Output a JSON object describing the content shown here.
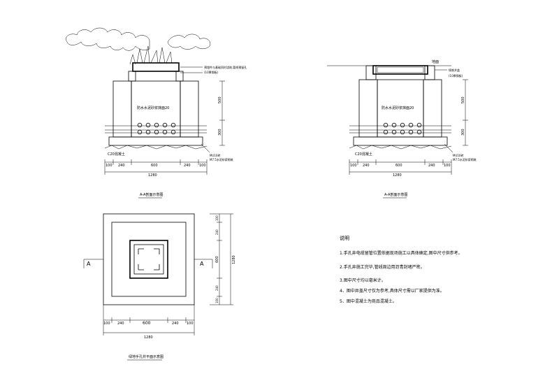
{
  "section_left": {
    "title": "A-A剖面示意图",
    "annotation_top": "预埋件与基础同时浇筑,管线预留孔",
    "annotation_top2": "(10厚钢板)",
    "inner_label": "防水水泥砂浆抹面20",
    "c20_label": "C20混凝土",
    "right_label1": "MU10砖",
    "right_label2": "M7.5水泥砂浆砌筑",
    "dim_500": "500",
    "dim_300": "300",
    "bottom_dims": [
      "100",
      "240",
      "600",
      "240",
      "100"
    ],
    "total": "1280"
  },
  "section_right": {
    "title": "A-A剖面示意图",
    "ground_label": "地面",
    "cover_label": "铸铁井盖",
    "cover_label2": "(10厚钢板)",
    "inner_label": "防水水泥砂浆抹面20",
    "c20_label": "C20混凝土",
    "right_label1": "MU10砖",
    "right_label2": "M7.5水泥砂浆砌筑",
    "dim_500": "500",
    "dim_300": "300",
    "bottom_dims": [
      "100",
      "240",
      "600",
      "240",
      "100"
    ],
    "total": "1280"
  },
  "plan": {
    "title": "绿地手孔井平面示意图",
    "marker_left": "A",
    "marker_right": "A",
    "bottom_dims": [
      "100",
      "240",
      "600",
      "240",
      "100"
    ],
    "total": "1280",
    "right_dims": [
      "100",
      "240",
      "600",
      "240",
      "100"
    ],
    "right_total": "1280"
  },
  "notes": {
    "heading": "说明",
    "items": [
      "1.手孔井电缆留管位置依据现场施工以具体确定,图中尺寸供参考。",
      "2.手孔井施工完毕,管线周边用沥青封堵严密。",
      "3.图中尺寸均以毫米计。",
      "4、图中井盖尺寸仅为参考,具体尺寸需以厂家提供为准。",
      "5、图中混凝土为商品混凝土。"
    ]
  }
}
